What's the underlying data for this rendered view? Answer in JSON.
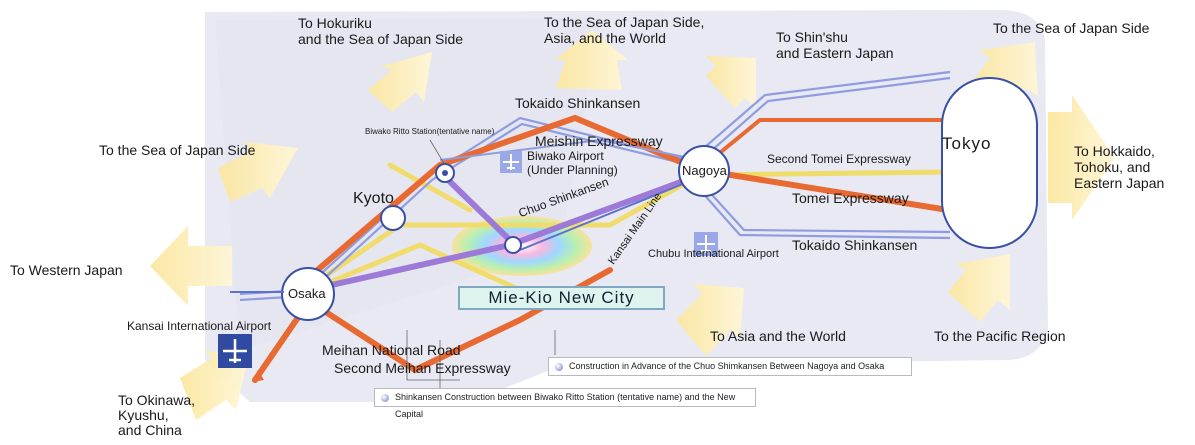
{
  "labels": {
    "to_hokuriku": "To Hokuriku\nand the Sea of Japan Side",
    "to_sea_japan_asia": "To the Sea of Japan Side,\nAsia, and the World",
    "to_shinshu": "To Shin'shu\nand Eastern Japan",
    "to_sea_japan_right": "To the Sea of Japan Side",
    "to_sea_japan_left": "To the Sea of Japan Side",
    "to_hokkaido": "To Hokkaido,\nTohoku, and\nEastern Japan",
    "to_western_japan": "To Western Japan",
    "to_okinawa": "To Okinawa,\nKyushu,\nand China",
    "to_asia_world": "To Asia and the World",
    "to_pacific": "To the Pacific Region"
  },
  "routes": {
    "tokaido_top": "Tokaido Shinkansen",
    "meishin": "Meishin Expressway",
    "second_tomei": "Second Tomei Expressway",
    "tomei": "Tomei Expressway",
    "tokaido_bottom": "Tokaido Shinkansen",
    "chuo": "Chuo Shinkansen",
    "kansai_main": "Kansai Main Line",
    "meihan": "Meihan National Road",
    "second_meihan": "Second Meihan Expressway"
  },
  "places": {
    "biwako_ritto": "Biwako Ritto Station(tentative name)",
    "biwako_airport": "Biwako Airport\n(Under Planning)",
    "kyoto": "Kyoto",
    "nagoya": "Nagoya",
    "tokyo": "Tokyo",
    "osaka": "Osaka",
    "chubu_airport": "Chubu International Airport",
    "kansai_airport": "Kansai International Airport"
  },
  "banner": "Mie-Kio New City",
  "notes": {
    "chuo_construction": "Construction in Advance of the Chuo Shimkansen Between Nagoya and Osaka",
    "shinkansen_construction": "Shinkansen Construction between Biwako Ritto Station (tentative name) and the New Capital"
  },
  "colors": {
    "background_panel": "#e6e8f1",
    "shinkansen_line": "#9aa6e6",
    "expressway": "#e8703c",
    "chuo_line": "#a983dd",
    "yellow_road": "#f3e27a",
    "arrow": "#f6dc7e"
  }
}
